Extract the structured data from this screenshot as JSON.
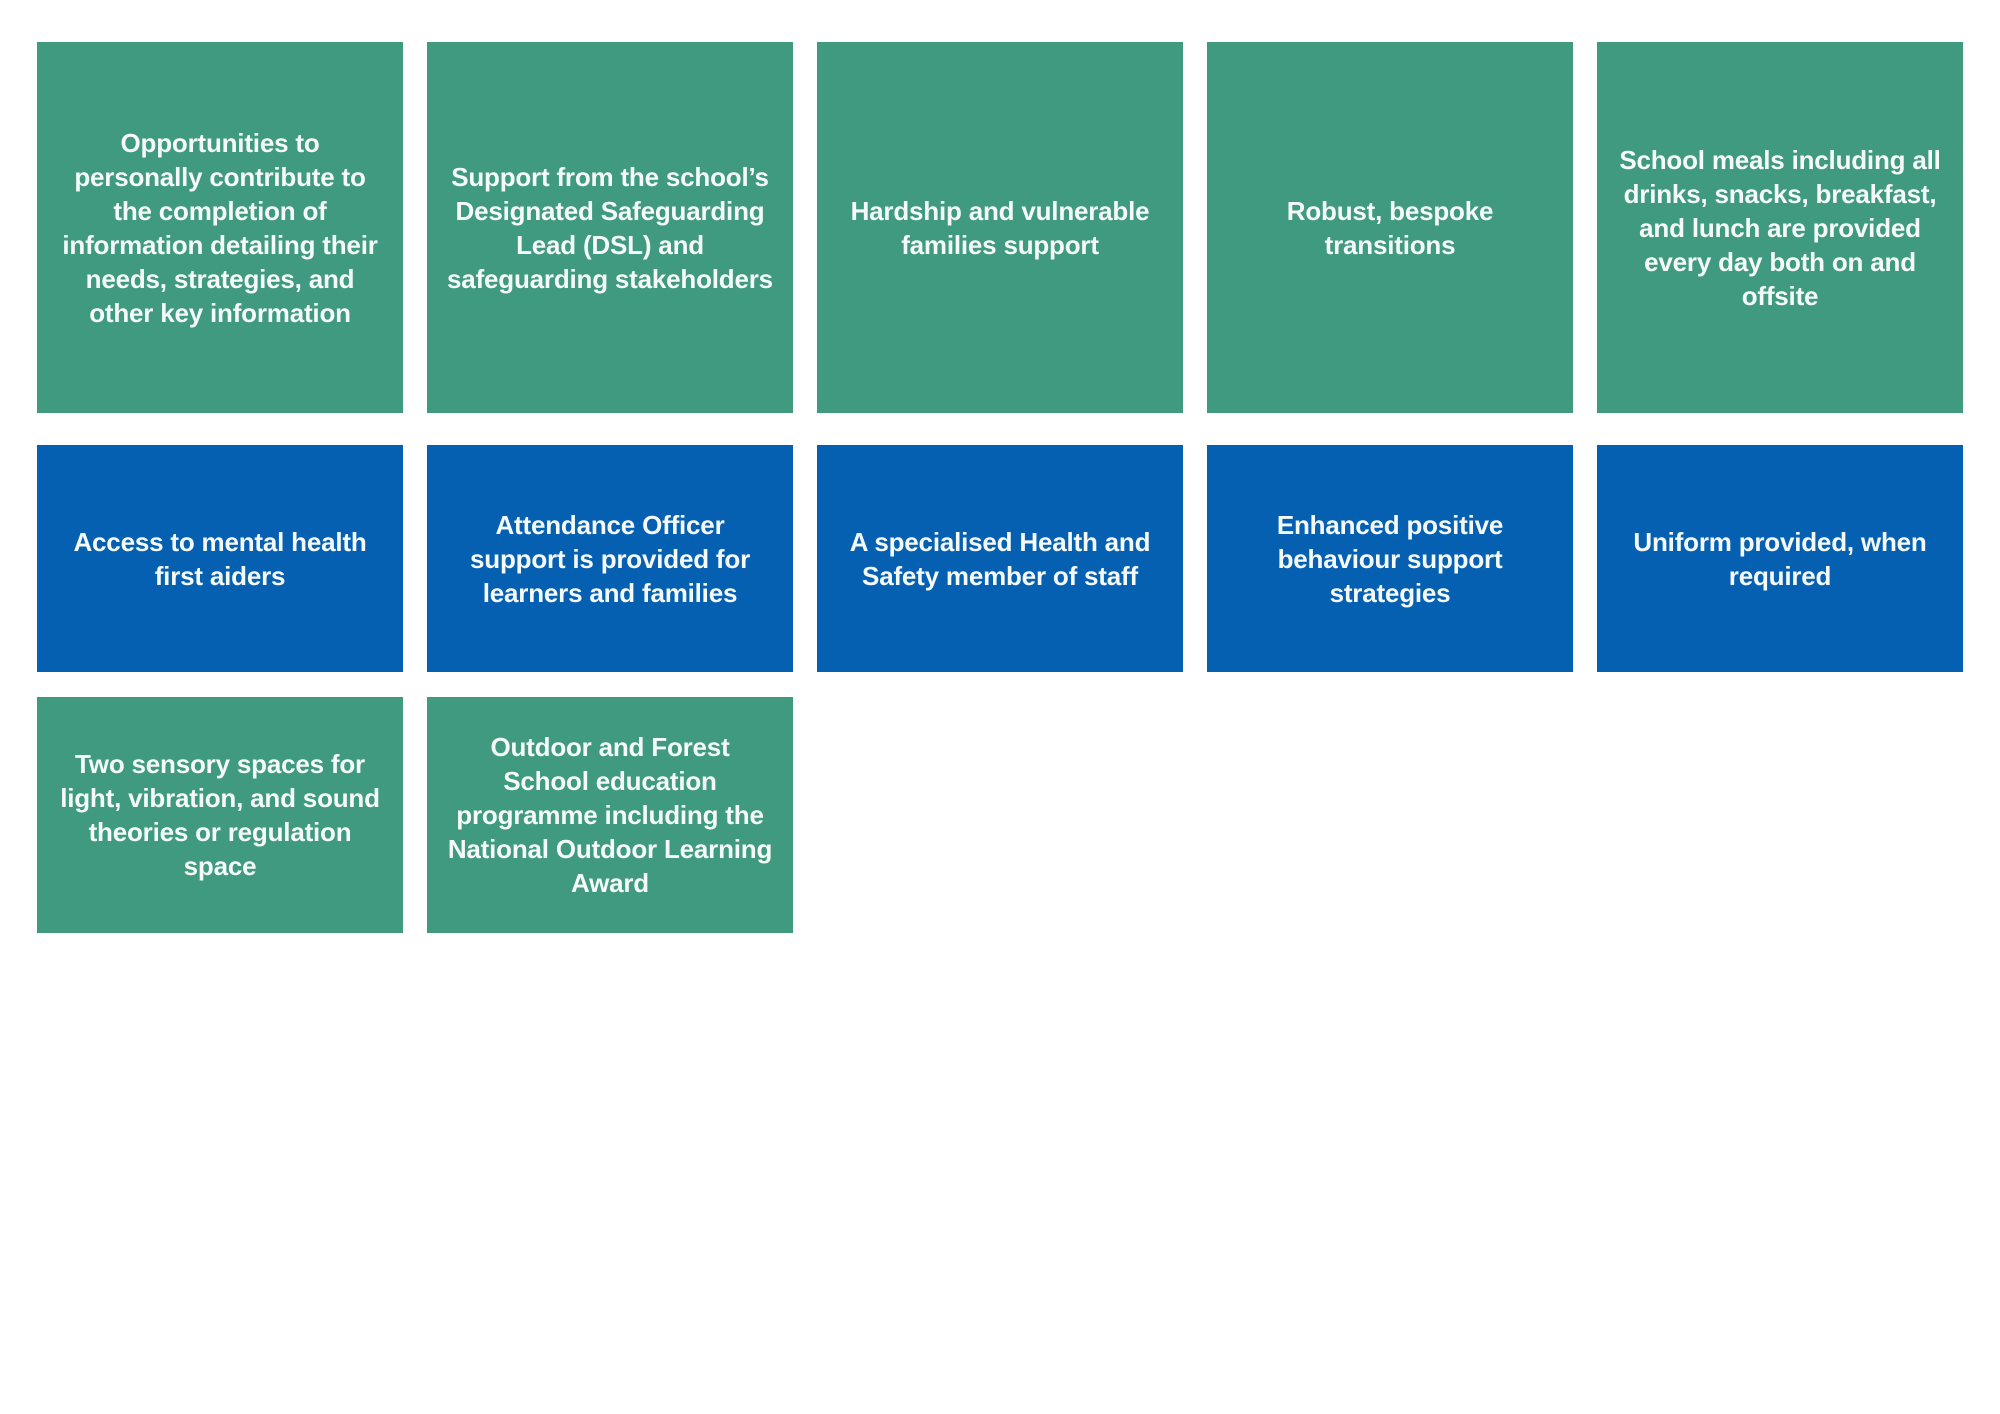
{
  "colors": {
    "page_background": "#FFFFFF",
    "tile_green": "#3F9A7F",
    "tile_blue": "#0560B2",
    "tile_text": "#F5FAF8"
  },
  "board": {
    "rows": [
      {
        "tiles": [
          {
            "color": "green",
            "text": "Opportunities to personally contribute to the completion of information detailing their needs, strategies, and other key information"
          },
          {
            "color": "green",
            "text": "Support from the school’s Designated Safeguarding Lead (DSL) and safeguarding stakeholders"
          },
          {
            "color": "green",
            "text": "Hardship and vulnerable families support"
          },
          {
            "color": "green",
            "text": "Robust, bespoke transitions"
          },
          {
            "color": "green",
            "text": "School meals including all drinks, snacks, breakfast, and lunch are provided every day both on and offsite"
          }
        ]
      },
      {
        "tiles": [
          {
            "color": "blue",
            "text": "Access to mental health first aiders"
          },
          {
            "color": "blue",
            "text": "Attendance Officer support is provided for learners and families"
          },
          {
            "color": "blue",
            "text": "A specialised Health and Safety member of staff"
          },
          {
            "color": "blue",
            "text": "Enhanced positive behaviour support strategies"
          },
          {
            "color": "blue",
            "text": "Uniform provided, when required"
          }
        ]
      },
      {
        "tiles": [
          {
            "color": "green",
            "text": "Two sensory spaces for light, vibration, and sound theories or regulation space"
          },
          {
            "color": "green",
            "text": "Outdoor and Forest School education programme including the National Outdoor Learning Award"
          }
        ]
      }
    ]
  }
}
